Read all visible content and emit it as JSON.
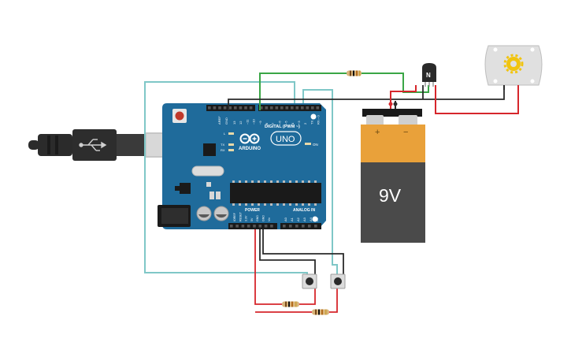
{
  "board": {
    "aref_label": "AREF",
    "gnd_label": "GND",
    "digital_pins": [
      "13",
      "12",
      "~11",
      "~10",
      "~9",
      "8",
      "7",
      "~6",
      "~5",
      "4",
      "~3",
      "2",
      "TX→1",
      "RX←0"
    ],
    "digital_label": "DIGITAL (PWM ~)",
    "brand": "ARDUINO",
    "model": "UNO",
    "on_label": "ON",
    "l_label": "L",
    "tx_label": "TX",
    "rx_label": "RX",
    "power_label": "POWER",
    "analog_label": "ANALOG IN",
    "power_pins": [
      "IOREF",
      "RESET",
      "3.3V",
      "5V",
      "GND",
      "GND",
      "Vin"
    ],
    "analog_pins": [
      "A0",
      "A1",
      "A2",
      "A3",
      "A4",
      "A5"
    ]
  },
  "transistor": {
    "label": "N"
  },
  "battery": {
    "voltage": "9V",
    "plus": "+",
    "minus": "−"
  },
  "colors": {
    "board": "#1f6b9b",
    "wire_cyan": "#7fc7c7",
    "wire_green": "#3aa646",
    "wire_red": "#d6262b",
    "wire_black": "#2a2a2a",
    "battery_body": "#4a4a4a",
    "battery_top": "#e9a13a"
  }
}
